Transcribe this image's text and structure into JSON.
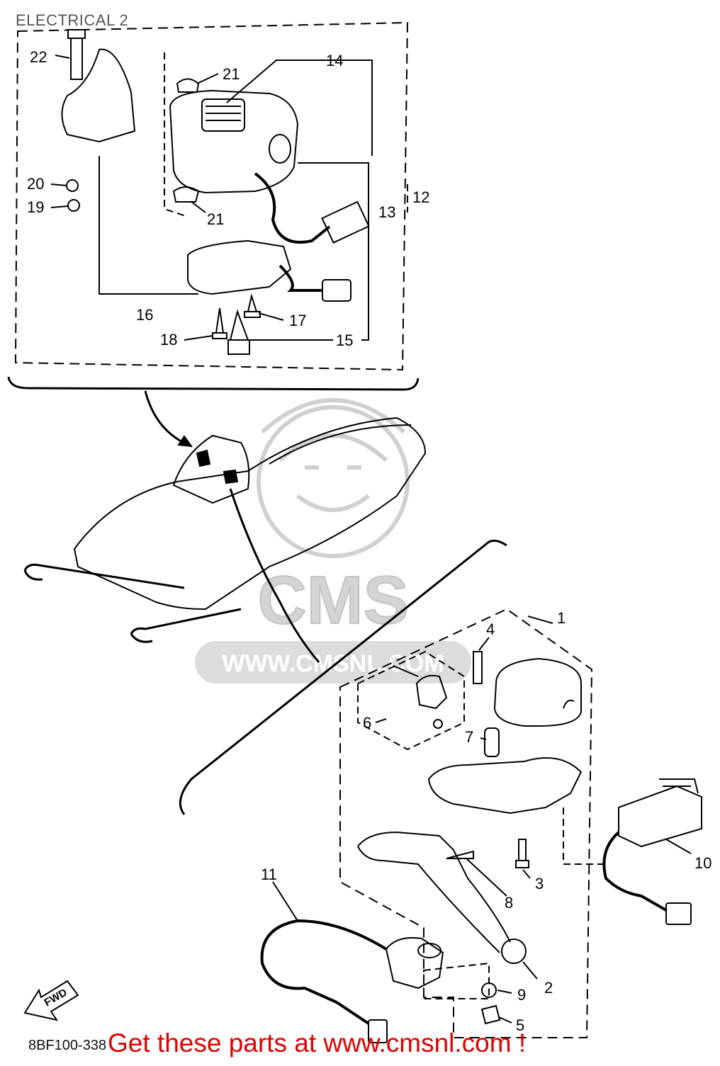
{
  "title": "ELECTRICAL 2",
  "diagram_code": "8BF100-338",
  "promo_text": "Get these parts at www.cmsnl.com !",
  "watermark": {
    "logo_text": "CMS",
    "url_text": "WWW.CMSNL.COM"
  },
  "fwd_label": "FWD",
  "colors": {
    "line": "#000000",
    "promo": "#e00000",
    "watermark": "#cfcfcf"
  },
  "callouts": [
    {
      "id": "1",
      "label": "1"
    },
    {
      "id": "2",
      "label": "2"
    },
    {
      "id": "3",
      "label": "3"
    },
    {
      "id": "4",
      "label": "4"
    },
    {
      "id": "5",
      "label": "5"
    },
    {
      "id": "6",
      "label": "6"
    },
    {
      "id": "7",
      "label": "7"
    },
    {
      "id": "8",
      "label": "8"
    },
    {
      "id": "9",
      "label": "9"
    },
    {
      "id": "10",
      "label": "10"
    },
    {
      "id": "11",
      "label": "11"
    },
    {
      "id": "12",
      "label": "12"
    },
    {
      "id": "13",
      "label": "13"
    },
    {
      "id": "14",
      "label": "14"
    },
    {
      "id": "15",
      "label": "15"
    },
    {
      "id": "16",
      "label": "16"
    },
    {
      "id": "17",
      "label": "17"
    },
    {
      "id": "18",
      "label": "18"
    },
    {
      "id": "19",
      "label": "19"
    },
    {
      "id": "20",
      "label": "20"
    },
    {
      "id": "21a",
      "label": "21"
    },
    {
      "id": "21b",
      "label": "21"
    },
    {
      "id": "22",
      "label": "22"
    }
  ]
}
